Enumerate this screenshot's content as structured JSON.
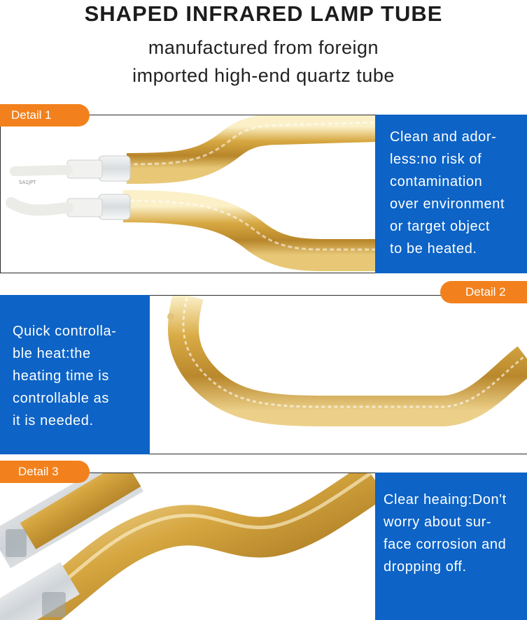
{
  "header": {
    "title": "SHAPED INFRARED LAMP TUBE",
    "subtitle_line1": "manufactured from foreign",
    "subtitle_line2": "imported high-end quartz tube"
  },
  "details": [
    {
      "tag": "Detail 1",
      "text": "Clean and ador-\nless:no risk of\ncontamination\nover environment\nor target object\nto be heated."
    },
    {
      "tag": "Detail 2",
      "text": "Quick controlla-\nble heat:the\nheating time is\ncontrollable as\nit is needed."
    },
    {
      "tag": "Detail 3",
      "text": "Clear heaing:Don't\nworry about sur-\nface corrosion and\ndropping off."
    }
  ],
  "photo_label": "SA1JPT",
  "colors": {
    "accent_orange": "#f2811d",
    "info_blue": "#0d63c6",
    "gold": "#d7a842"
  }
}
